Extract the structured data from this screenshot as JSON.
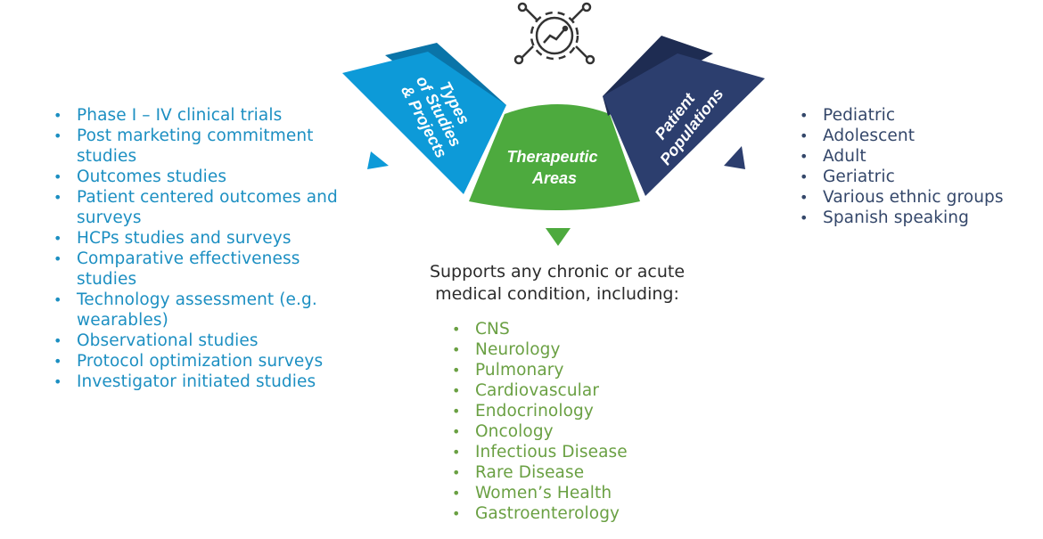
{
  "icon": {
    "name": "gear-analytics-icon"
  },
  "segments": {
    "left": {
      "lines": [
        "Types",
        "of Studies",
        "& Projects"
      ],
      "color": "#0d9ad8",
      "shade": "#0a74a8"
    },
    "center": {
      "lines": [
        "Therapeutic",
        "Areas"
      ],
      "color": "#4daa3e",
      "shade": "#357a2c"
    },
    "right": {
      "lines": [
        "Patient",
        "Populations"
      ],
      "color": "#2c3e6e",
      "shade": "#1e2c52"
    }
  },
  "types_list": [
    "Phase I – IV clinical trials",
    "Post marketing commitment studies",
    "Outcomes studies",
    "Patient centered outcomes and surveys",
    "HCPs studies and surveys",
    "Comparative effectiveness studies",
    "Technology assessment (e.g. wearables)",
    "Observational studies",
    "Protocol optimization surveys",
    "Investigator initiated studies"
  ],
  "populations_list": [
    "Pediatric",
    "Adolescent",
    "Adult",
    "Geriatric",
    "Various ethnic groups",
    "Spanish speaking"
  ],
  "therapeutic_heading": [
    "Supports any chronic or acute",
    "medical condition, including:"
  ],
  "therapeutic_list": [
    "CNS",
    "Neurology",
    "Pulmonary",
    "Cardiovascular",
    "Endocrinology",
    "Oncology",
    "Infectious Disease",
    "Rare Disease",
    "Women’s Health",
    "Gastroenterology"
  ]
}
